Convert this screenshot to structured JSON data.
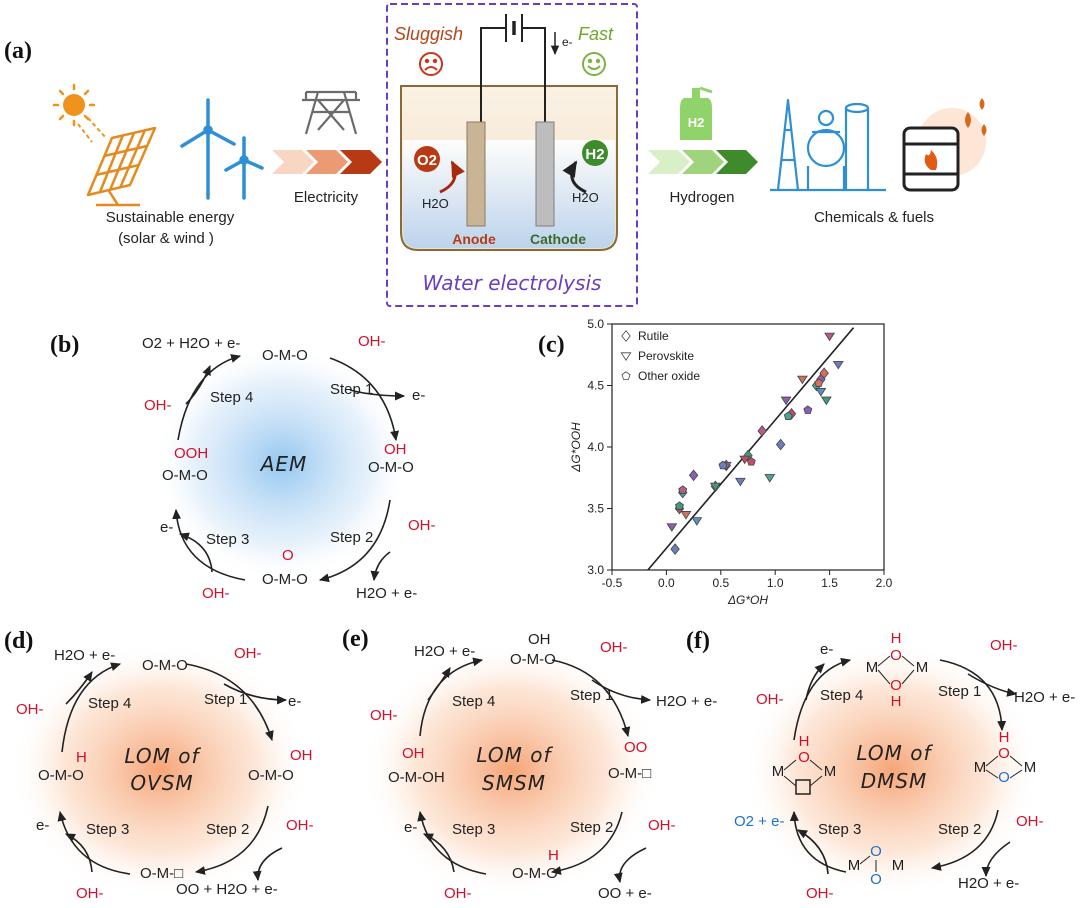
{
  "panels": {
    "a": "(a)",
    "b": "(b)",
    "c": "(c)",
    "d": "(d)",
    "e": "(e)",
    "f": "(f)"
  },
  "panel_a": {
    "sustainable_line1": "Sustainable energy",
    "sustainable_line2": "(solar & wind )",
    "electricity": "Electricity",
    "hydrogen": "Hydrogen",
    "chemicals": "Chemicals & fuels",
    "sluggish": "Sluggish",
    "fast": "Fast",
    "electron": "e-",
    "o2": "O2",
    "h2": "H2",
    "h2o_left": "H2O",
    "h2o_right": "H2O",
    "anode": "Anode",
    "cathode": "Cathode",
    "water_electrolysis": "Water electrolysis",
    "h2_tank": "H2"
  },
  "panel_b": {
    "center": "AEM",
    "top": "O-M-O",
    "right_oh": "OH",
    "right": "O-M-O",
    "bottom_o": "O",
    "bottom": "O-M-O",
    "left_ooh": "OOH",
    "left": "O-M-O",
    "step1": "Step 1",
    "step2": "Step 2",
    "step3": "Step 3",
    "step4": "Step 4",
    "o2_out": "O2 + H2O + e-",
    "oh": "OH-",
    "e": "e-",
    "h2o_e": "H2O + e-"
  },
  "panel_d": {
    "center_line1": "LOM of",
    "center_line2": "OVSM",
    "top": "O-M-O",
    "right_oh": "OH",
    "right": "O-M-O",
    "bottom": "O-M-□",
    "left_h": "H",
    "left": "O-M-O",
    "step1": "Step 1",
    "step2": "Step 2",
    "step3": "Step 3",
    "step4": "Step 4",
    "h2o_e": "H2O + e-",
    "oh": "OH-",
    "e": "e-",
    "bottom_out": "OO + H2O + e-"
  },
  "panel_e": {
    "center_line1": "LOM of",
    "center_line2": "SMSM",
    "top_oh": "OH",
    "top": "O-M-O",
    "right_oo": "OO",
    "right": "O-M-□",
    "bottom_h": "H",
    "bottom": "O-M-O",
    "left_oh": "OH",
    "left": "O-M-OH",
    "step1": "Step 1",
    "step2": "Step 2",
    "step3": "Step 3",
    "step4": "Step 4",
    "h2o_e": "H2O + e-",
    "oh": "OH-",
    "e": "e-",
    "oo_e": "OO + e-"
  },
  "panel_f": {
    "center_line1": "LOM of",
    "center_line2": "DMSM",
    "m": "M",
    "h": "H",
    "o": "O",
    "step1": "Step 1",
    "step2": "Step 2",
    "step3": "Step 3",
    "step4": "Step 4",
    "e": "e-",
    "oh": "OH-",
    "h2o_e": "H2O + e-",
    "o2_e": "O2 + e-"
  },
  "chart_data": {
    "type": "scatter",
    "xlabel": "ΔG*OH",
    "ylabel": "ΔG*OOH",
    "xlim": [
      -0.5,
      2.0
    ],
    "ylim": [
      3.0,
      5.0
    ],
    "xticks": [
      "-0.5",
      "0.0",
      "0.5",
      "1.0",
      "1.5",
      "2.0"
    ],
    "yticks": [
      "3.0",
      "3.5",
      "4.0",
      "4.5",
      "5.0"
    ],
    "legend_position": "top-left",
    "grid": false,
    "fit_line": {
      "x": [
        -0.17,
        1.72
      ],
      "y": [
        3.0,
        4.97
      ]
    },
    "series": [
      {
        "name": "Rutile",
        "marker": "diamond",
        "points": [
          [
            0.08,
            3.17
          ],
          [
            0.12,
            3.5
          ],
          [
            0.15,
            3.63
          ],
          [
            0.25,
            3.77
          ],
          [
            0.45,
            3.68
          ],
          [
            0.55,
            3.85
          ],
          [
            0.75,
            3.93
          ],
          [
            0.88,
            4.13
          ],
          [
            1.05,
            4.02
          ],
          [
            1.15,
            4.27
          ],
          [
            1.38,
            4.5
          ],
          [
            1.42,
            4.55
          ],
          [
            1.45,
            4.6
          ]
        ]
      },
      {
        "name": "Perovskite",
        "marker": "triangle-down",
        "points": [
          [
            0.05,
            3.35
          ],
          [
            0.18,
            3.45
          ],
          [
            0.28,
            3.4
          ],
          [
            0.45,
            3.68
          ],
          [
            0.55,
            3.85
          ],
          [
            0.68,
            3.72
          ],
          [
            0.72,
            3.9
          ],
          [
            0.95,
            3.75
          ],
          [
            1.1,
            4.38
          ],
          [
            1.25,
            4.55
          ],
          [
            1.42,
            4.45
          ],
          [
            1.47,
            4.38
          ],
          [
            1.5,
            4.9
          ],
          [
            1.58,
            4.67
          ]
        ]
      },
      {
        "name": "Other oxide",
        "marker": "pentagon",
        "points": [
          [
            0.12,
            3.52
          ],
          [
            0.15,
            3.65
          ],
          [
            0.52,
            3.85
          ],
          [
            0.78,
            3.88
          ],
          [
            1.12,
            4.25
          ],
          [
            1.3,
            4.3
          ],
          [
            1.4,
            4.52
          ]
        ]
      }
    ]
  },
  "colors": {
    "red": "#d1102a",
    "blue": "#1e73c8",
    "purple": "#6a3fbf",
    "orange": "#e8871e",
    "green": "#3d8b2a",
    "dark_red": "#a6280e"
  }
}
